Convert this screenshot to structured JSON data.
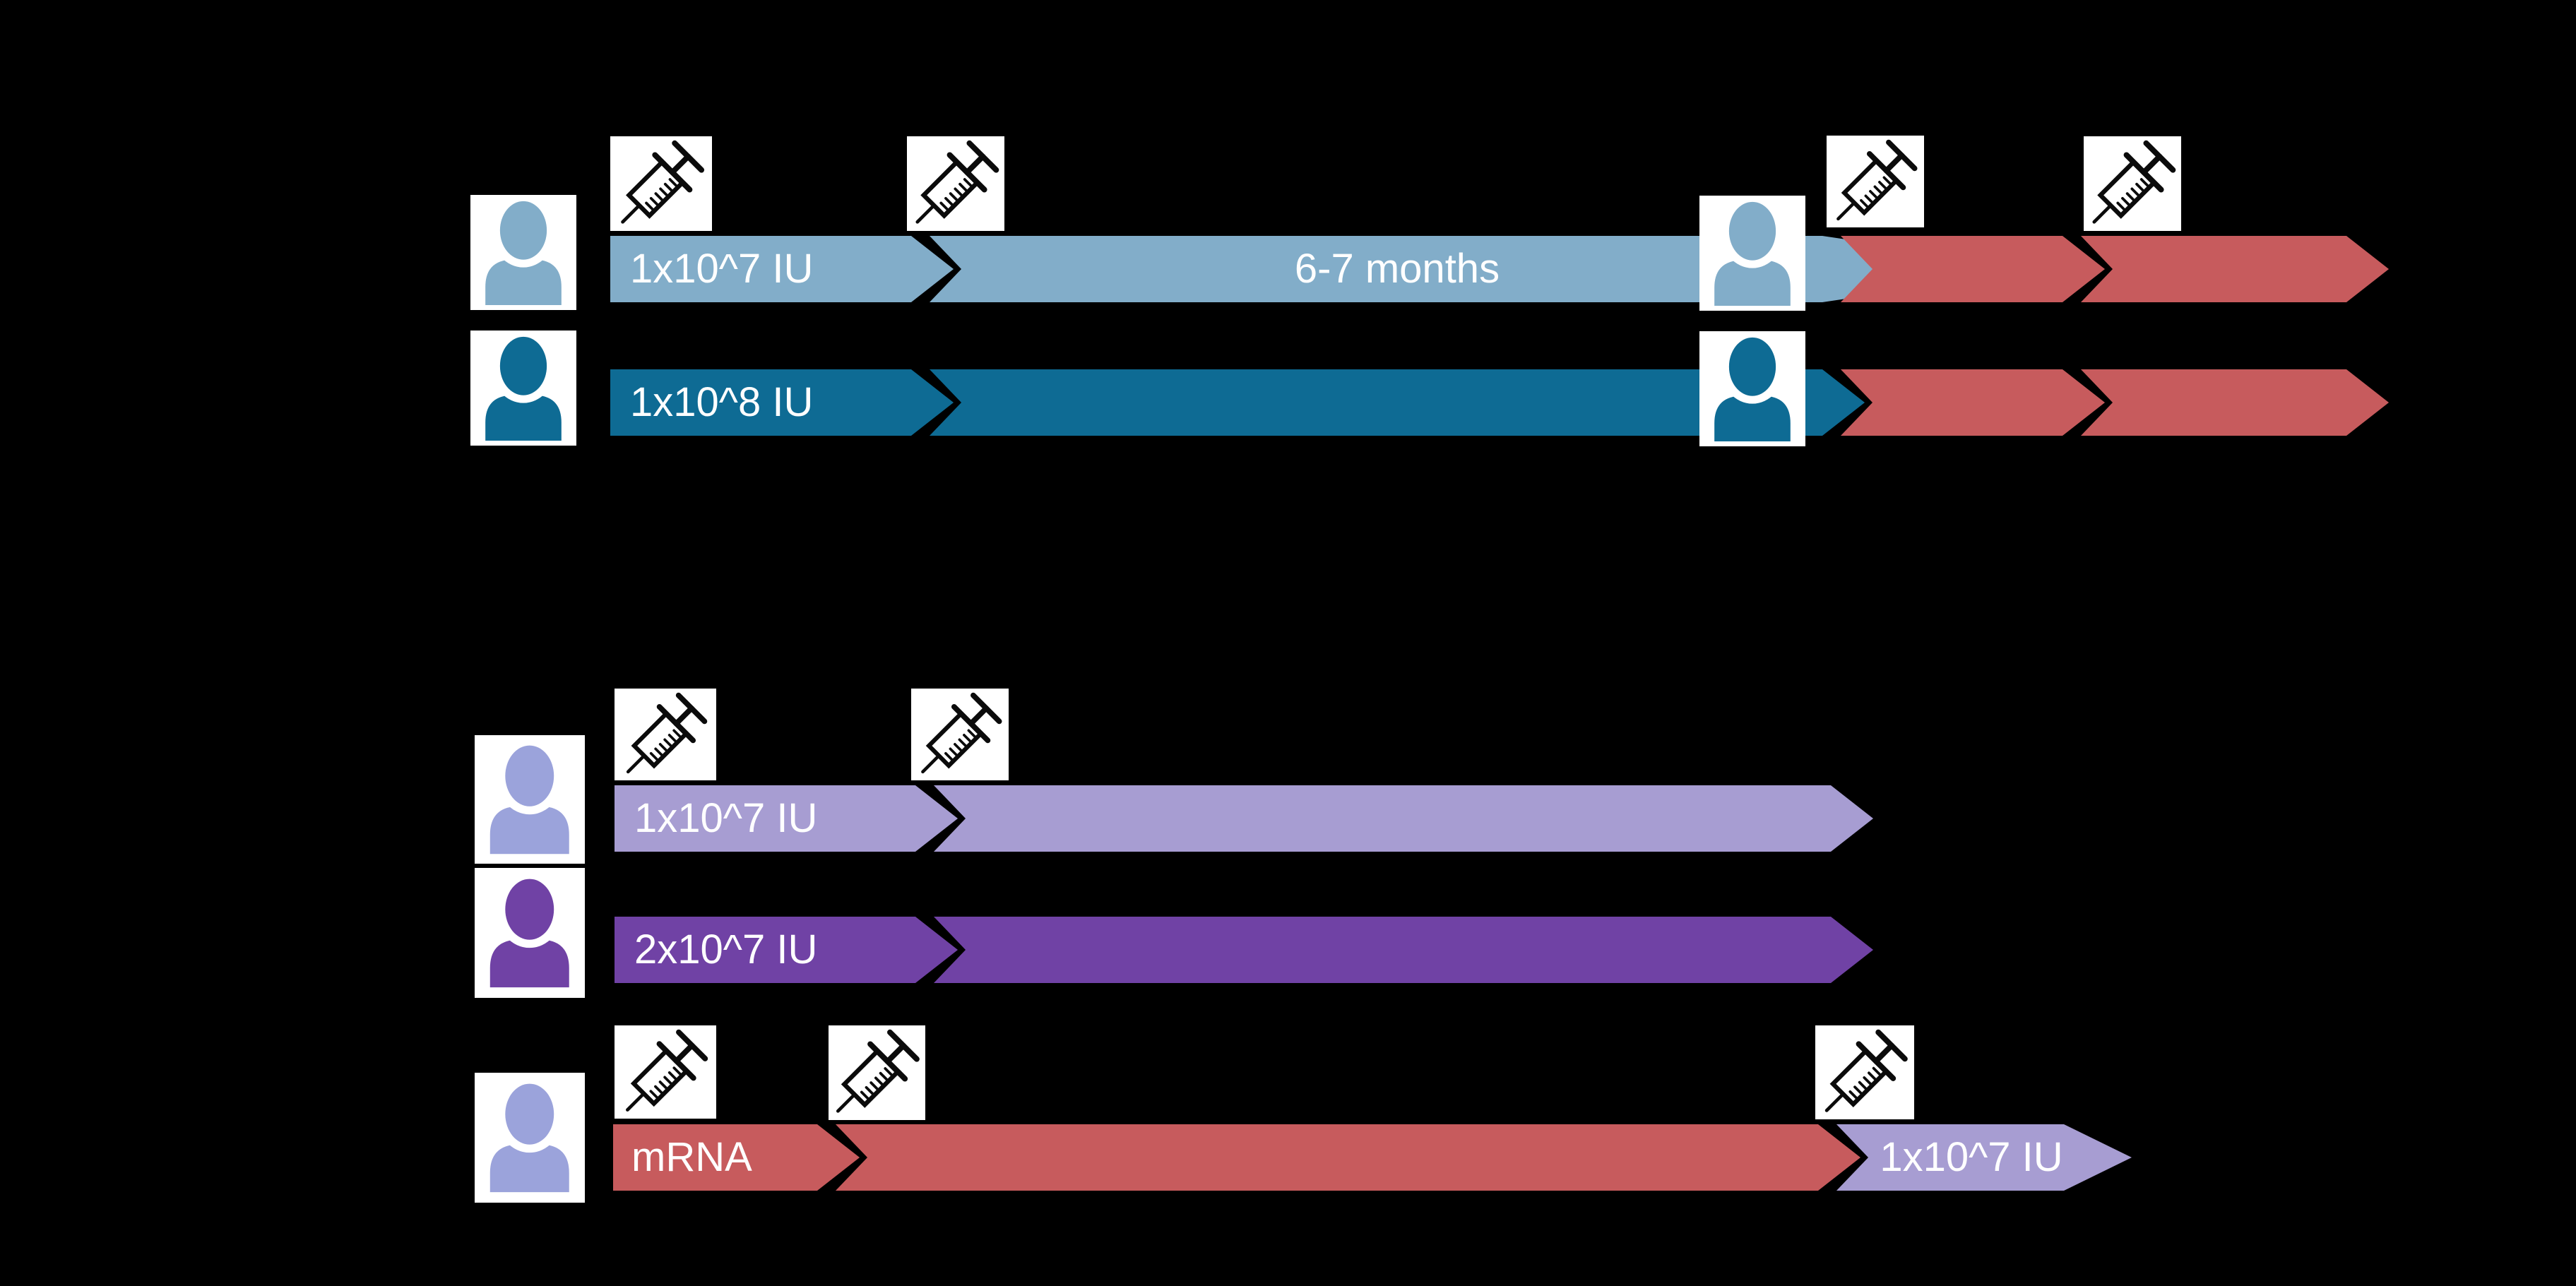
{
  "figure": {
    "background_color": "#000000",
    "label_text_color": "#FFFFFF"
  },
  "colors": {
    "light_blue": "#82ADC9",
    "dark_blue": "#0E6B94",
    "red": "#C75B5D",
    "light_purple": "#A79DD2",
    "dark_purple": "#7042A5",
    "person_lavender": "#9BA3DB",
    "icon_box": "#FFFFFF"
  },
  "icons": {
    "syringe": "syringe-icon",
    "person": "person-icon"
  },
  "top_section": {
    "rows": [
      {
        "dose_label": "1x10^7 IU",
        "interval_label": "6-7 months",
        "boost_arrows": 2,
        "arrow_color": "light_blue",
        "boost_color": "red"
      },
      {
        "dose_label": "1x10^8 IU",
        "interval_label": "",
        "boost_arrows": 2,
        "arrow_color": "dark_blue",
        "boost_color": "red"
      }
    ]
  },
  "bottom_section": {
    "rows": [
      {
        "dose_label": "1x10^7 IU",
        "arrow_color": "light_purple"
      },
      {
        "dose_label": "2x10^7 IU",
        "arrow_color": "dark_purple"
      },
      {
        "dose_label": "mRNA",
        "boost_label": "1x10^7 IU",
        "arrow_color": "red",
        "boost_color": "light_purple"
      }
    ]
  }
}
